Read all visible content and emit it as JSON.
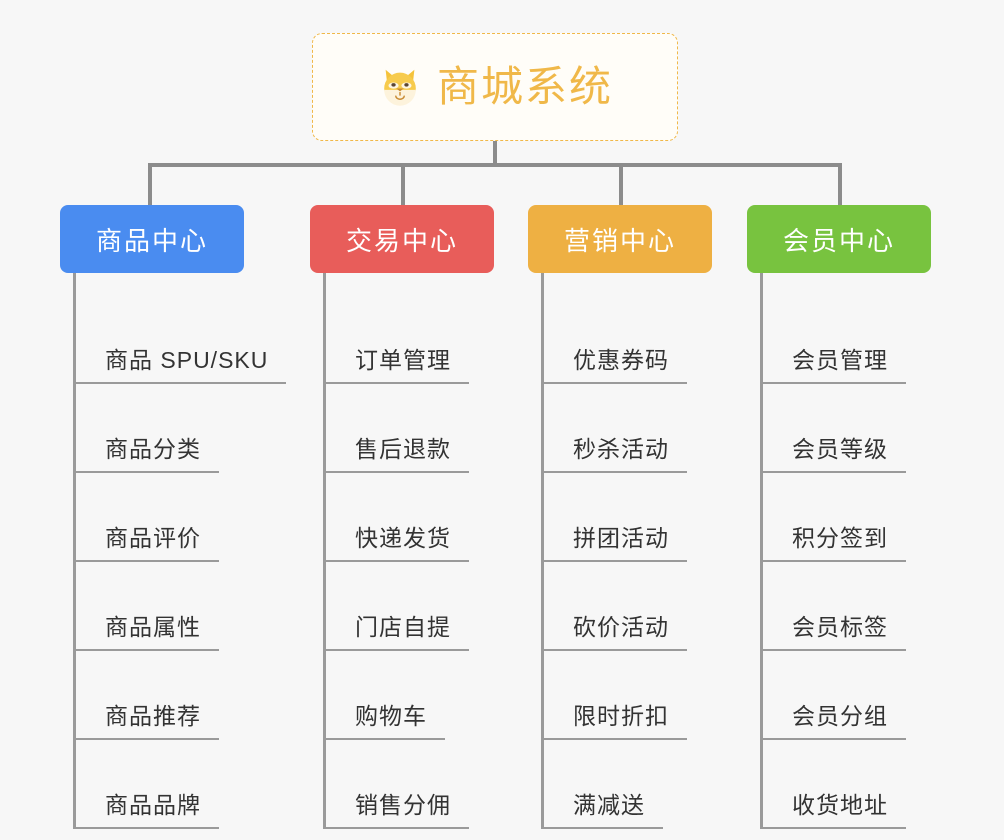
{
  "root": {
    "title": "商城系统",
    "icon": "dog-face-emoji",
    "accent_color": "#f0b849",
    "background": "#fffdf8"
  },
  "canvas": {
    "background_color": "#f7f7f7",
    "connector_color": "#8c8c8c"
  },
  "branches": [
    {
      "id": "product-center",
      "label": "商品中心",
      "color": "#4a8cf0",
      "items": [
        "商品 SPU/SKU",
        "商品分类",
        "商品评价",
        "商品属性",
        "商品推荐",
        "商品品牌"
      ]
    },
    {
      "id": "trade-center",
      "label": "交易中心",
      "color": "#e85d5a",
      "items": [
        "订单管理",
        "售后退款",
        "快递发货",
        "门店自提",
        "购物车",
        "销售分佣"
      ]
    },
    {
      "id": "marketing-center",
      "label": "营销中心",
      "color": "#eeb043",
      "items": [
        "优惠券码",
        "秒杀活动",
        "拼团活动",
        "砍价活动",
        "限时折扣",
        "满减送"
      ]
    },
    {
      "id": "member-center",
      "label": "会员中心",
      "color": "#78c33f",
      "items": [
        "会员管理",
        "会员等级",
        "积分签到",
        "会员标签",
        "会员分组",
        "收货地址"
      ]
    }
  ]
}
